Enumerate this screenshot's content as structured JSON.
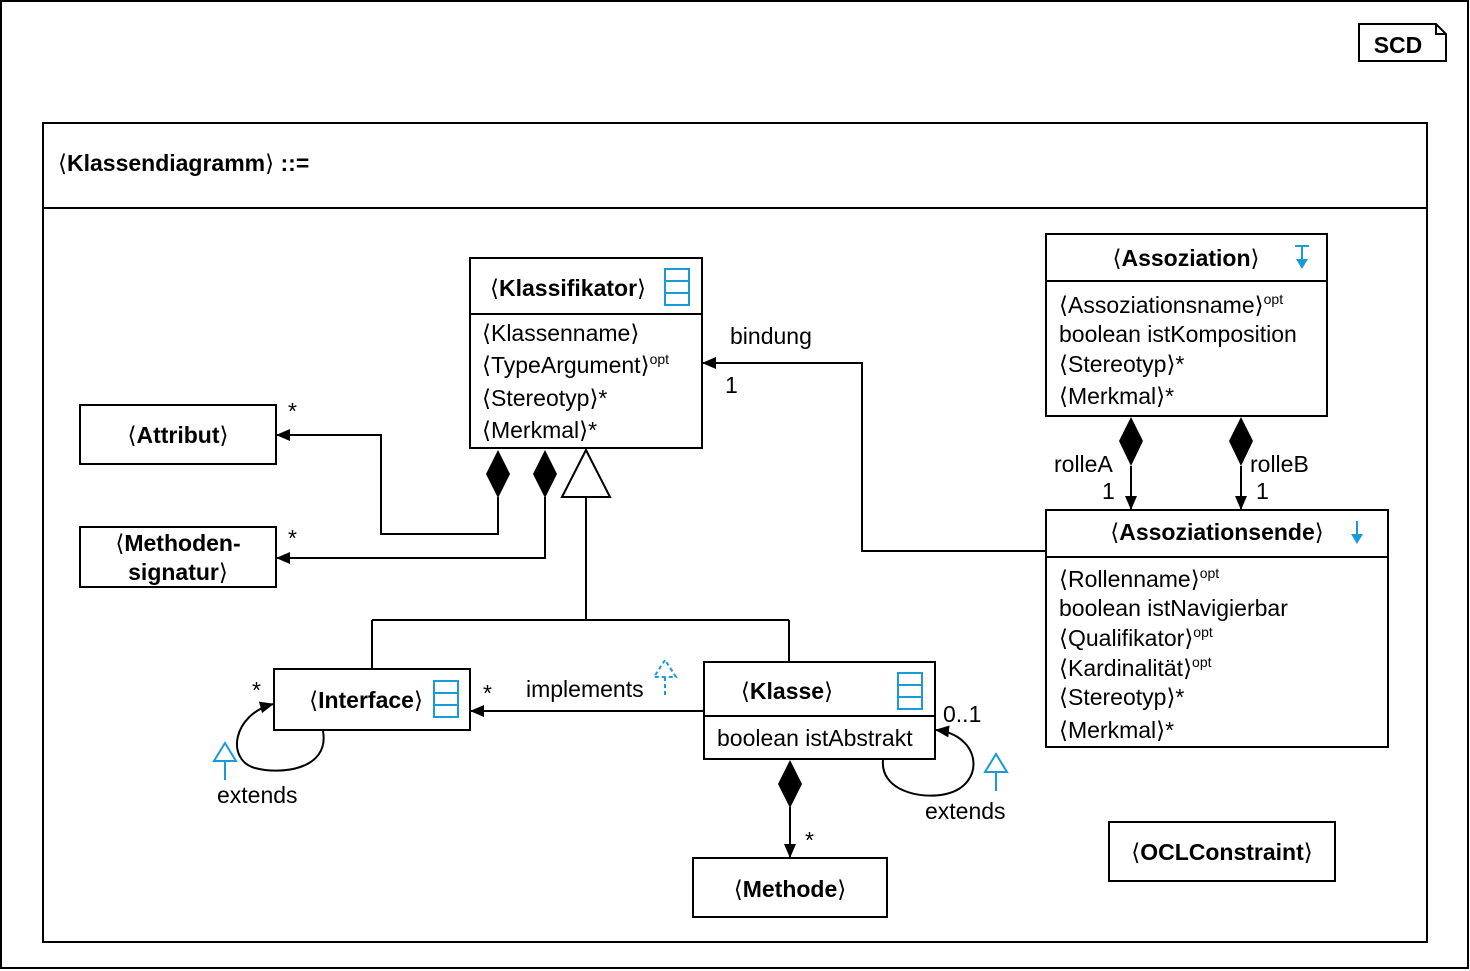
{
  "badge": "SCD",
  "production": {
    "lhs": "Klassendiagramm",
    "op": "::="
  },
  "classes": {
    "klassifikator": {
      "name": "Klassifikator",
      "rows": [
        {
          "text": "Klassenname"
        },
        {
          "text": "TypeArgument",
          "sup": "opt"
        },
        {
          "text": "Stereotyp",
          "suffix": "*"
        },
        {
          "text": "Merkmal",
          "suffix": "*"
        }
      ]
    },
    "attribut": {
      "name": "Attribut"
    },
    "methodensignatur": {
      "line1": "Methoden-",
      "line2": "signatur"
    },
    "interface": {
      "name": "Interface"
    },
    "klasse": {
      "name": "Klasse",
      "attr": "boolean istAbstrakt"
    },
    "methode": {
      "name": "Methode"
    },
    "assoziation": {
      "name": "Assoziation",
      "rows": [
        {
          "text": "Assoziationsname",
          "sup": "opt"
        },
        {
          "plain": "boolean istKomposition"
        },
        {
          "text": "Stereotyp",
          "suffix": "*"
        },
        {
          "text": "Merkmal",
          "suffix": "*"
        }
      ]
    },
    "assoziationsende": {
      "name": "Assoziationsende",
      "rows": [
        {
          "text": "Rollenname",
          "sup": "opt"
        },
        {
          "plain": "boolean istNavigierbar"
        },
        {
          "text": "Qualifikator",
          "sup": "opt"
        },
        {
          "text": "Kardinalität",
          "sup": "opt"
        },
        {
          "text": "Stereotyp",
          "suffix": "*"
        },
        {
          "text": "Merkmal",
          "suffix": "*"
        }
      ]
    },
    "oclconstraint": {
      "name": "OCLConstraint"
    }
  },
  "labels": {
    "bindung": "bindung",
    "bindung_mult": "1",
    "attribut_mult": "*",
    "methodensignatur_mult": "*",
    "implements": "implements",
    "implements_mult": "*",
    "interface_self_mult": "*",
    "interface_extends": "extends",
    "klasse_self_mult": "0..1",
    "klasse_extends": "extends",
    "methode_mult": "*",
    "rolleA": "rolleA",
    "rolleA_mult": "1",
    "rolleB": "rolleB",
    "rolleB_mult": "1"
  },
  "icons": {
    "compartment": "class-compartment-icon",
    "arrow_down_bar": "arrow-down-bar-icon",
    "arrow_down": "arrow-down-icon",
    "hollow_arrow": "hollow-up-arrow-icon",
    "dashed_arrow": "dashed-up-arrow-icon"
  },
  "colors": {
    "line": "#000000",
    "icon": "#1a9ad6"
  }
}
